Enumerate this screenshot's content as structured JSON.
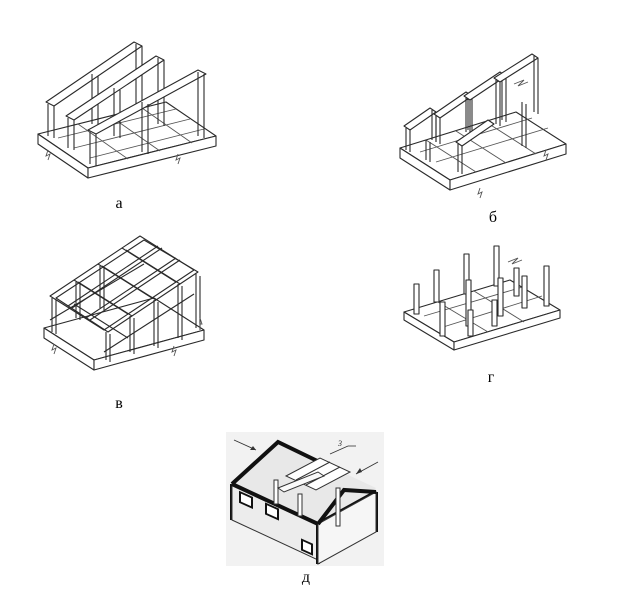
{
  "figures": [
    {
      "id": "a",
      "caption": "а",
      "type": "transverse-frames"
    },
    {
      "id": "b",
      "caption": "б",
      "type": "longitudinal-frames"
    },
    {
      "id": "v",
      "caption": "в",
      "type": "space-frame"
    },
    {
      "id": "g",
      "caption": "г",
      "type": "columns-only"
    },
    {
      "id": "d",
      "caption": "д",
      "type": "walls-and-columns",
      "callout": "3"
    }
  ]
}
